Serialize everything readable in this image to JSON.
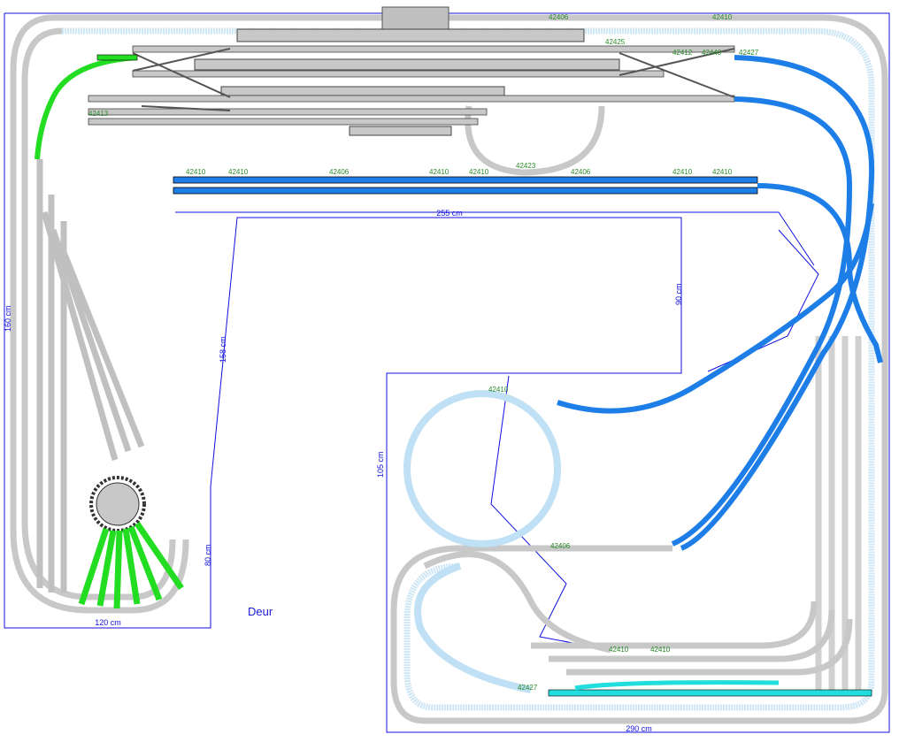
{
  "title": "Track plan",
  "door_label": "Deur",
  "dimensions": {
    "top_width": "255 cm",
    "left_height": "160 cm",
    "middle_height": "158 cm",
    "right_inner_height": "90 cm",
    "lower_left_height": "80 cm",
    "bottom_left_width": "120 cm",
    "right_section_height": "105 cm",
    "bottom_right_width": "290 cm"
  },
  "track_labels": {
    "straight_long": "42406",
    "straight_short": "42410",
    "curve": "42423",
    "curve_outer": "42427",
    "curve_wide": "42440",
    "switch": "42412",
    "crossing": "42413",
    "straight_mid": "42425"
  },
  "colors": {
    "outline": "#1010e0",
    "track_grey": "#c8c8c8",
    "track_blue": "#1e7ee8",
    "track_lightblue": "#bfe0f5",
    "track_green": "#22dd22",
    "track_cyan": "#22dddd",
    "label": "#2a8a2a"
  }
}
